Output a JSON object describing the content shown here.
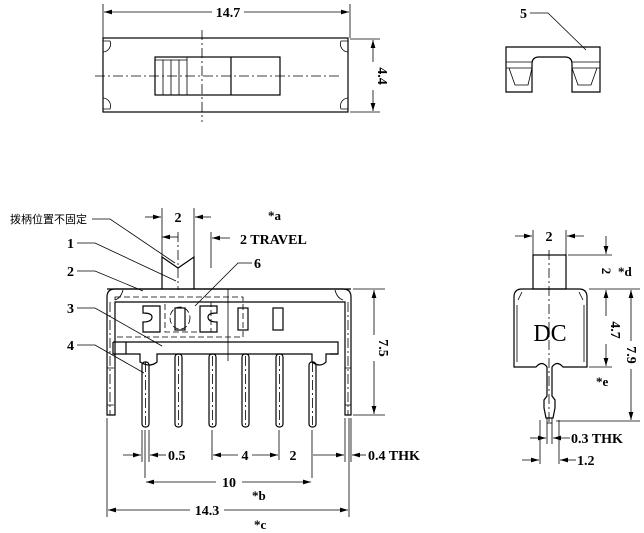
{
  "top_view": {
    "width_dim": "14.7",
    "height_dim": "4.4"
  },
  "part5": {
    "label": "5"
  },
  "front_view": {
    "note_cn": "拨柄位置不固定",
    "callouts": [
      "1",
      "2",
      "3",
      "4",
      "6"
    ],
    "actuator_width": "2",
    "note_a": "*a",
    "travel": "2 TRAVEL",
    "height_dim": "7.5",
    "dim_pin_width": "0.5",
    "dim_pitch_4": "4",
    "dim_pitch_2": "2",
    "dim_thk": "0.4 THK",
    "dim_10": "10",
    "note_b": "*b",
    "dim_14_3": "14.3",
    "note_c": "*c"
  },
  "side_view": {
    "actuator_width": "2",
    "dim_2": "2",
    "note_d": "*d",
    "body_label": "DC",
    "dim_4_7": "4.7",
    "dim_7_9": "7.9",
    "note_e": "*e",
    "dim_thk": "0.3 THK",
    "dim_1_2": "1.2"
  }
}
